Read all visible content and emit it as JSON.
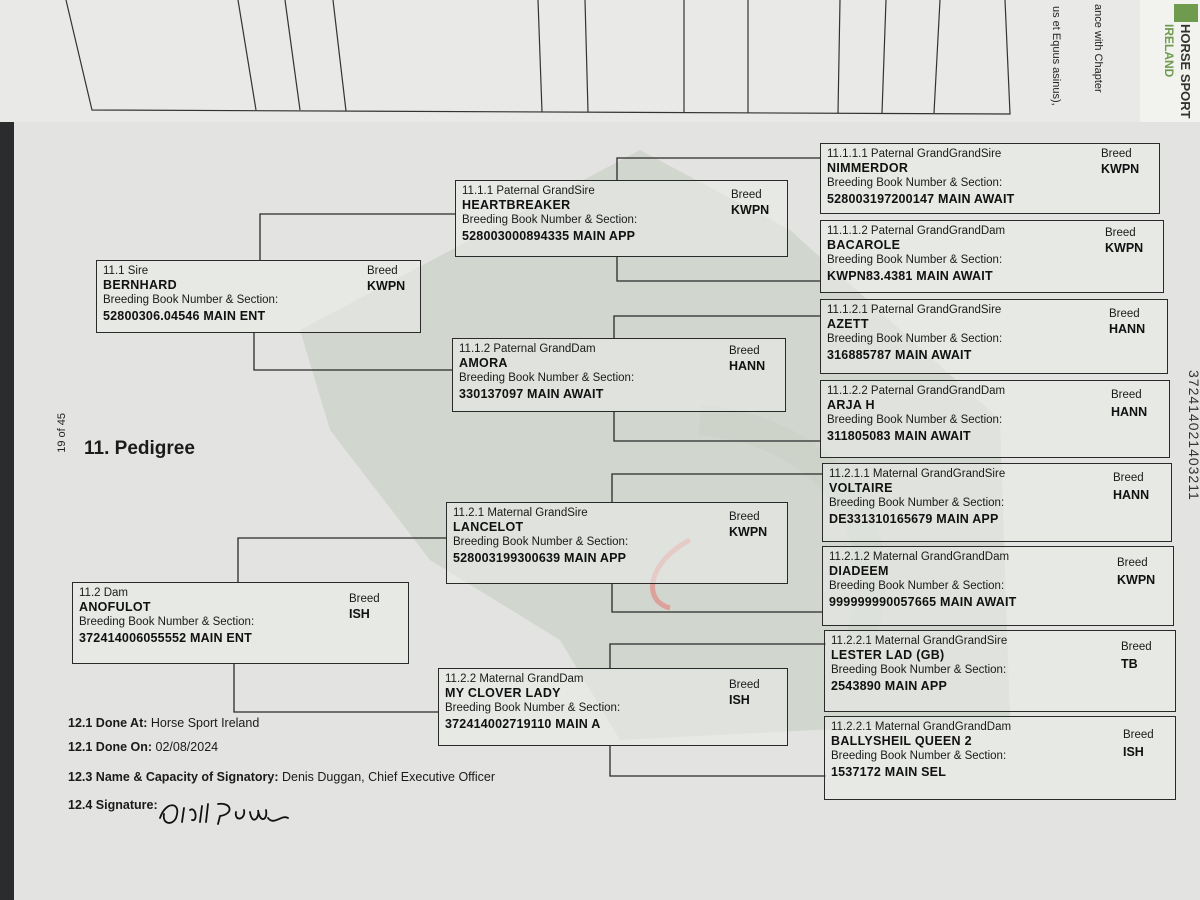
{
  "top_page": {
    "brand_line1": "HORSE SPORT",
    "brand_line2": "IRELAND",
    "fragment1": "ance with Chapter",
    "fragment2": "us et Equus asinus),"
  },
  "page_number": "19 of 45",
  "section_title": "11. Pedigree",
  "edge_code": "372414021403211",
  "colors": {
    "paper": "#e3e4e1",
    "watermark_green": "#b9c3b6",
    "watermark_red": "#e28a86",
    "ink": "#111111"
  },
  "pedigree": {
    "sire": {
      "title": "11.1 Sire",
      "name": "BERNHARD",
      "bbl": "Breeding Book Number & Section:",
      "number": "52800306.04546 MAIN ENT",
      "breed_label": "Breed",
      "breed": "KWPN"
    },
    "dam": {
      "title": "11.2 Dam",
      "name": "ANOFULOT",
      "bbl": "Breeding Book Number & Section:",
      "number": "372414006055552 MAIN ENT",
      "breed_label": "Breed",
      "breed": "ISH"
    },
    "pgs": {
      "title": "11.1.1 Paternal GrandSire",
      "name": "HEARTBREAKER",
      "bbl": "Breeding Book Number & Section:",
      "number": "528003000894335 MAIN APP",
      "breed_label": "Breed",
      "breed": "KWPN"
    },
    "pgd": {
      "title": "11.1.2 Paternal GrandDam",
      "name": "AMORA",
      "bbl": "Breeding Book Number & Section:",
      "number": "330137097 MAIN AWAIT",
      "breed_label": "Breed",
      "breed": "HANN"
    },
    "mgs": {
      "title": "11.2.1 Maternal GrandSire",
      "name": "LANCELOT",
      "bbl": "Breeding Book Number & Section:",
      "number": "528003199300639 MAIN APP",
      "breed_label": "Breed",
      "breed": "KWPN"
    },
    "mgd": {
      "title": "11.2.2 Maternal GrandDam",
      "name": "MY CLOVER LADY",
      "bbl": "Breeding Book Number & Section:",
      "number": "372414002719110 MAIN A",
      "breed_label": "Breed",
      "breed": "ISH"
    },
    "g1": {
      "title": "11.1.1.1 Paternal GrandGrandSire",
      "name": "NIMMERDOR",
      "bbl": "Breeding Book Number & Section:",
      "number": "528003197200147 MAIN AWAIT",
      "breed_label": "Breed",
      "breed": "KWPN"
    },
    "g2": {
      "title": "11.1.1.2 Paternal GrandGrandDam",
      "name": "BACAROLE",
      "bbl": "Breeding Book Number & Section:",
      "number": "KWPN83.4381 MAIN AWAIT",
      "breed_label": "Breed",
      "breed": "KWPN"
    },
    "g3": {
      "title": "11.1.2.1 Paternal GrandGrandSire",
      "name": "AZETT",
      "bbl": "Breeding Book Number & Section:",
      "number": "316885787 MAIN AWAIT",
      "breed_label": "Breed",
      "breed": "HANN"
    },
    "g4": {
      "title": "11.1.2.2 Paternal GrandGrandDam",
      "name": "ARJA H",
      "bbl": "Breeding Book Number & Section:",
      "number": "311805083 MAIN AWAIT",
      "breed_label": "Breed",
      "breed": "HANN"
    },
    "g5": {
      "title": "11.2.1.1 Maternal GrandGrandSire",
      "name": "VOLTAIRE",
      "bbl": "Breeding Book Number & Section:",
      "number": "DE331310165679 MAIN APP",
      "breed_label": "Breed",
      "breed": "HANN"
    },
    "g6": {
      "title": "11.2.1.2 Maternal GrandGrandDam",
      "name": "DIADEEM",
      "bbl": "Breeding Book Number & Section:",
      "number": "999999990057665 MAIN AWAIT",
      "breed_label": "Breed",
      "breed": "KWPN"
    },
    "g7": {
      "title": "11.2.2.1 Maternal GrandGrandSire",
      "name": "LESTER LAD (GB)",
      "bbl": "Breeding Book Number & Section:",
      "number": "2543890 MAIN APP",
      "breed_label": "Breed",
      "breed": "TB"
    },
    "g8": {
      "title": "11.2.2.1 Maternal GrandGrandDam",
      "name": "BALLYSHEIL QUEEN 2",
      "bbl": "Breeding Book Number & Section:",
      "number": "1537172 MAIN SEL",
      "breed_label": "Breed",
      "breed": "ISH"
    }
  },
  "footer": {
    "done_at_label": "12.1 Done At:",
    "done_at": "Horse Sport Ireland",
    "done_on_label": "12.1 Done On:",
    "done_on": "02/08/2024",
    "signatory_label": "12.3 Name & Capacity of Signatory:",
    "signatory": "Denis Duggan, Chief Executive Officer",
    "signature_label": "12.4 Signature:"
  }
}
